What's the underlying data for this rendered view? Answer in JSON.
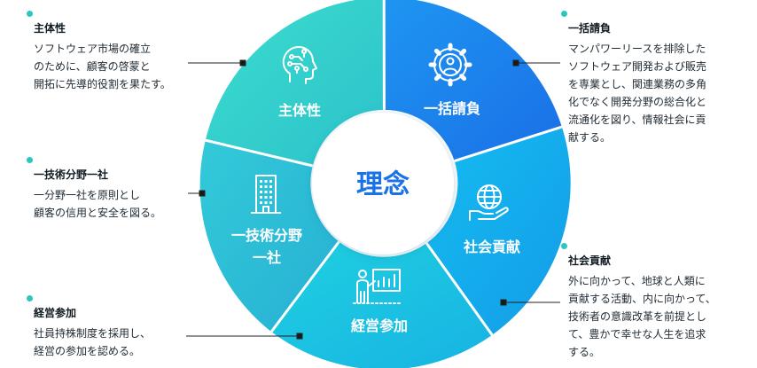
{
  "center": {
    "label": "理念"
  },
  "segments": [
    {
      "id": "ikkatsu",
      "label": "一括請負",
      "icon": "gear-person-icon",
      "color_from": "#1b8cf0",
      "color_to": "#1a72e8"
    },
    {
      "id": "shakai",
      "label": "社会貢献",
      "icon": "globe-hand-icon",
      "color_from": "#13b3ef",
      "color_to": "#139fe9"
    },
    {
      "id": "keiei",
      "label": "経営参加",
      "icon": "presentation-icon",
      "color_from": "#1ccbe0",
      "color_to": "#17b7e4"
    },
    {
      "id": "ichigijutsu",
      "label": "一技術分野一社",
      "label_lines": [
        "一技術分野",
        "一社"
      ],
      "icon": "building-icon",
      "color_from": "#2fc4d6",
      "color_to": "#27b4d6"
    },
    {
      "id": "shutaisei",
      "label": "主体性",
      "icon": "head-circuit-icon",
      "color_from": "#37d6cf",
      "color_to": "#2cc7cc"
    }
  ],
  "notes": {
    "shutaisei": {
      "title": "主体性",
      "text": "ソフトウェア市場の確立\nのために、顧客の啓蒙と\n開拓に先導的役割を果たす。"
    },
    "ichigijutsu": {
      "title": "一技術分野一社",
      "text": "一分野一社を原則とし\n顧客の信用と安全を図る。"
    },
    "keiei": {
      "title": "経営参加",
      "text": "社員持株制度を採用し、\n経営の参加を認める。"
    },
    "ikkatsu": {
      "title": "一括請負",
      "text": "マンパワーリースを排除した\nソフトウェア開発および販売\nを専業とし、関連業務の多角\n化でなく開発分野の総合化と\n流通化を図り、情報社会に貢\n献する。"
    },
    "shakai": {
      "title": "社会貢献",
      "text": "外に向かって、地球と人類に\n貢献する活動、内に向かって、\n技術者の意識改革を前提とし\nて、豊かで幸せな人生を追求\nする。"
    }
  },
  "colors": {
    "accent_dot": "#29c7bf",
    "connector": "#222222",
    "center_text": "#1a72e8"
  }
}
